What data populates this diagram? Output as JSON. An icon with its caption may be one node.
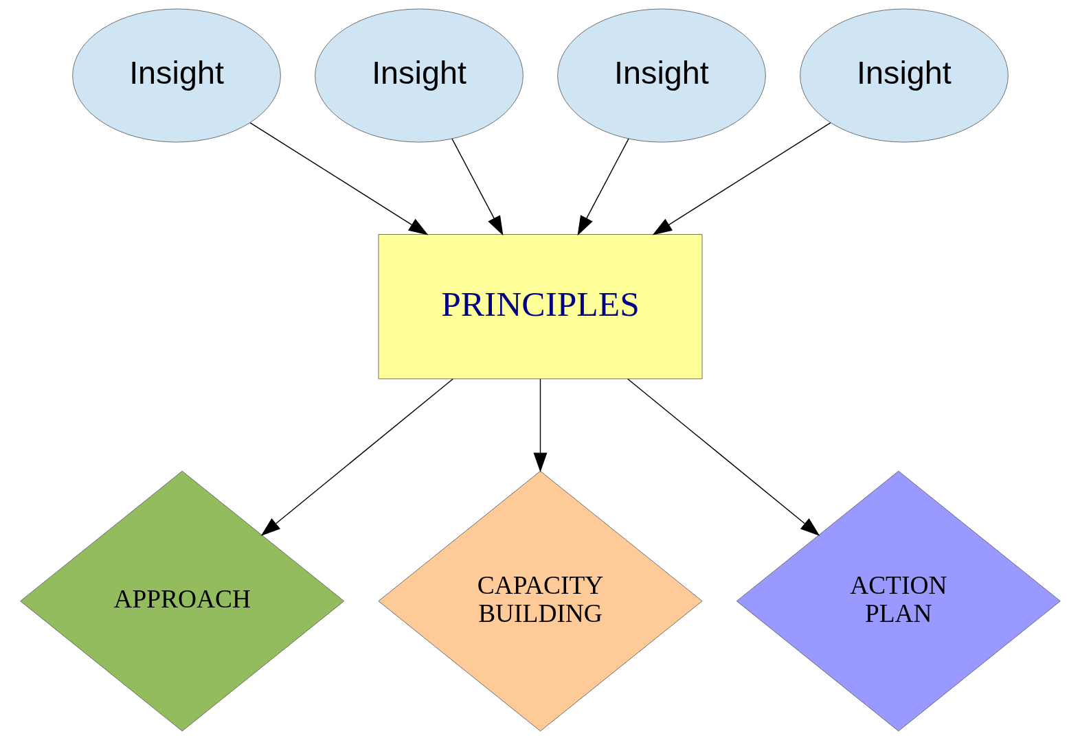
{
  "diagram": {
    "nodes": [
      {
        "text": [
          "Insight"
        ]
      },
      {
        "text": [
          "Insight"
        ]
      },
      {
        "text": [
          "Insight"
        ]
      },
      {
        "text": [
          "Insight"
        ]
      },
      {
        "text": [
          "PRINCIPLES"
        ]
      },
      {
        "text": [
          "APPROACH"
        ]
      },
      {
        "text": [
          "CAPACITY BUILDING"
        ]
      },
      {
        "text": [
          "ACTION PLAN"
        ]
      }
    ],
    "edges": [
      {
        "from": 0,
        "to": 4,
        "arrow": "to"
      },
      {
        "from": 1,
        "to": 4,
        "arrow": "to"
      },
      {
        "from": 2,
        "to": 4,
        "arrow": "to"
      },
      {
        "from": 3,
        "to": 4,
        "arrow": "to"
      },
      {
        "from": 4,
        "to": 5,
        "arrow": "to"
      },
      {
        "from": 4,
        "to": 6,
        "arrow": "to"
      },
      {
        "from": 4,
        "to": 7,
        "arrow": "to"
      }
    ]
  }
}
